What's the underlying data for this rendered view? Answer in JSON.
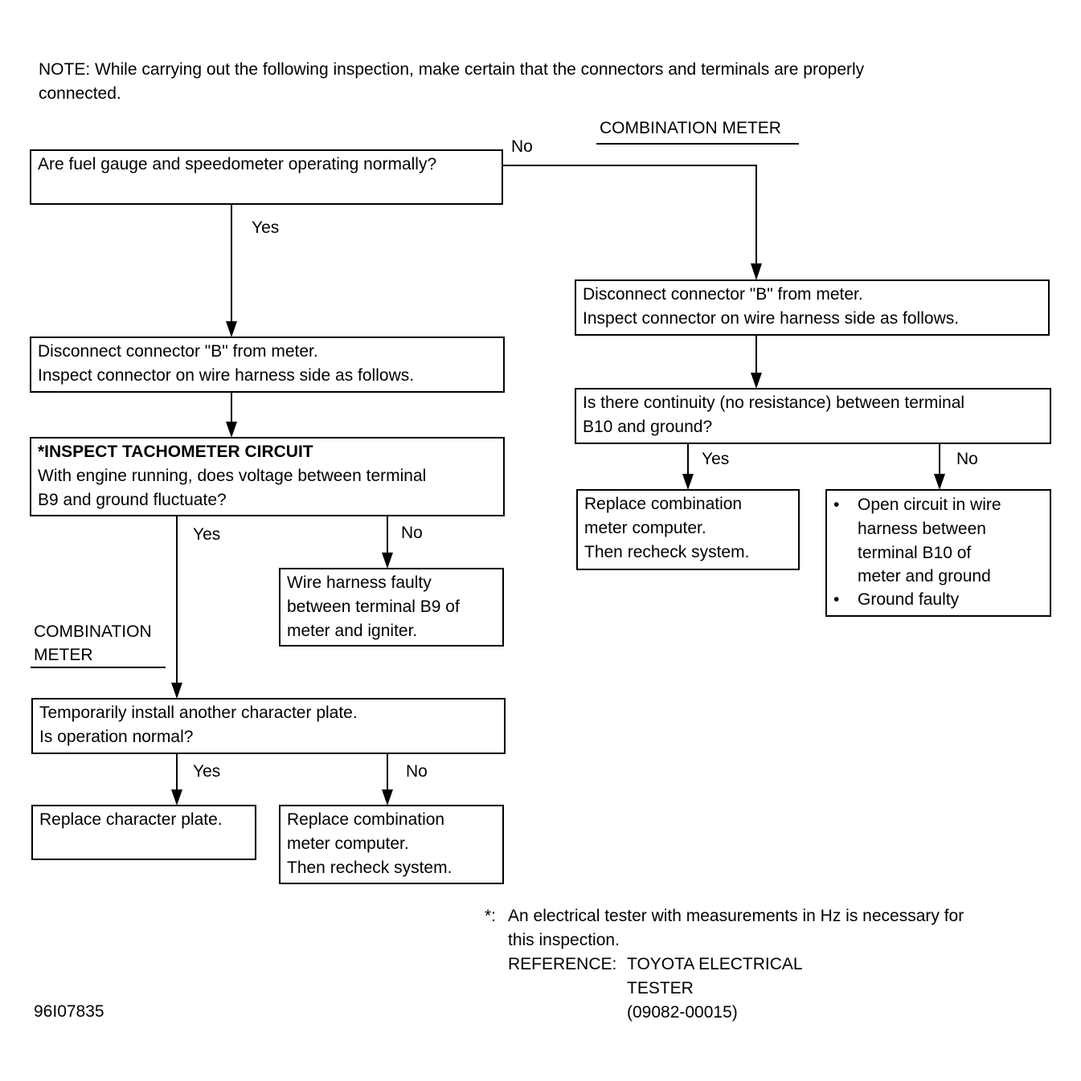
{
  "note": {
    "line1": "NOTE:  While carrying out the following inspection, make certain that the connectors and terminals are properly",
    "line2": "connected."
  },
  "labels": {
    "combination_meter_top": "COMBINATION METER",
    "combination_meter_left_1": "COMBINATION",
    "combination_meter_left_2": "METER",
    "yes": "Yes",
    "no": "No"
  },
  "boxes": {
    "q_fuel_gauge": {
      "line1": "Are fuel gauge and speedometer operating normally?"
    },
    "disconnect_left": {
      "line1": "Disconnect connector \"B\" from meter.",
      "line2": "Inspect connector on wire harness side as follows."
    },
    "inspect_tachometer": {
      "line1": "*INSPECT TACHOMETER CIRCUIT",
      "line2": "With engine running, does voltage between terminal",
      "line3": "B9 and ground fluctuate?"
    },
    "wire_harness_faulty": {
      "line1": "Wire harness faulty",
      "line2": "between terminal B9 of",
      "line3": "meter and igniter."
    },
    "character_plate": {
      "line1": "Temporarily install another character plate.",
      "line2": "Is operation normal?"
    },
    "replace_character_plate": {
      "line1": "Replace character plate."
    },
    "replace_computer_left": {
      "line1": "Replace combination",
      "line2": "meter computer.",
      "line3": "Then recheck system."
    },
    "disconnect_right": {
      "line1": "Disconnect connector \"B\" from meter.",
      "line2": "Inspect connector on wire harness side as follows."
    },
    "continuity_b10": {
      "line1": "Is there continuity (no resistance) between terminal",
      "line2": "B10 and ground?"
    },
    "replace_computer_right": {
      "line1": "Replace combination",
      "line2": "meter computer.",
      "line3": "Then recheck system."
    },
    "open_circuit": {
      "bullet": "•",
      "item1_line1": "Open circuit in wire",
      "item1_line2": "harness between",
      "item1_line3": "terminal B10 of",
      "item1_line4": "meter and ground",
      "item2": "Ground faulty"
    }
  },
  "footnote": {
    "marker": "*:",
    "line1": "An electrical tester with measurements in Hz is necessary for",
    "line2": "this inspection.",
    "reference_label": "REFERENCE:",
    "reference_line1": "TOYOTA ELECTRICAL",
    "reference_line2": "TESTER",
    "reference_line3": "(09082-00015)"
  },
  "figure_id": "96I07835"
}
